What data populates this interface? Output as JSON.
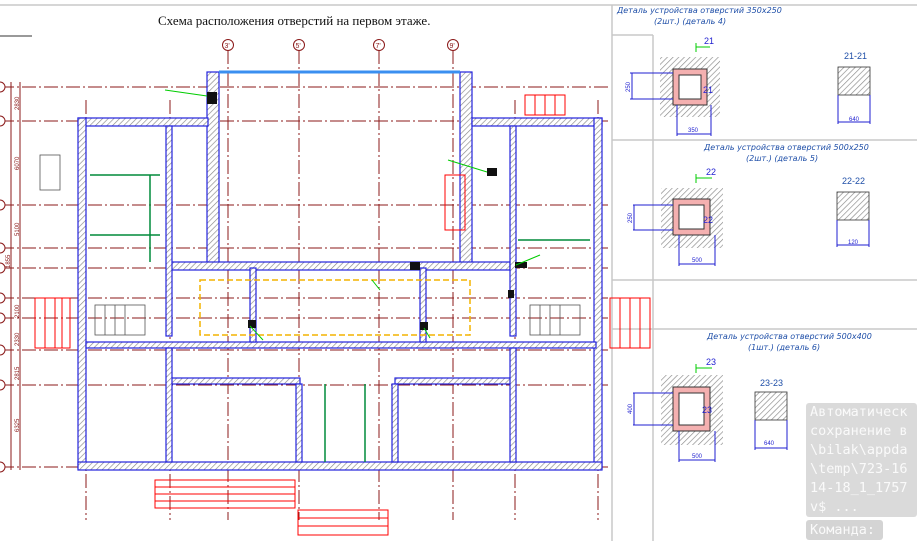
{
  "drawing": {
    "title": "Схема расположения отверстий на первом этаже.",
    "axes_top": [
      "3'",
      "5'",
      "7'",
      "9'"
    ],
    "left_dimensions": [
      "2830",
      "6070",
      "5100",
      "1855",
      "2100",
      "2330",
      "2815",
      "6325"
    ]
  },
  "details": [
    {
      "title": "Деталь устройства отверстий 350х250",
      "subtitle": "(2шт.) (деталь 4)",
      "mark": "21",
      "section": "21-21",
      "width_dim": "350",
      "height_dim": "250",
      "section_dim": "640"
    },
    {
      "title": "Деталь устройства отверстий 500х250",
      "subtitle": "(2шт.) (деталь 5)",
      "mark": "22",
      "section": "22-22",
      "width_dim": "500",
      "height_dim": "250",
      "section_dim": "120"
    },
    {
      "title": "Деталь устройства отверстий 500х400",
      "subtitle": "(1шт.) (деталь 6)",
      "mark": "23",
      "section": "23-23",
      "width_dim": "500",
      "height_dim": "400",
      "section_dim": "640"
    }
  ],
  "notification": {
    "lines": [
      "Автоматическ",
      "сохранение в",
      "\\bilak\\appda",
      "\\temp\\723-16",
      "14-18_1_1757",
      "v$ ..."
    ]
  },
  "command_line": {
    "prompt": "Команда:"
  },
  "colors": {
    "axis": "#8b1a1a",
    "wall": "#2222dd",
    "annotation": "#00cc00",
    "stairs": "#ff0000",
    "detail_text": "#1f4fa8"
  }
}
